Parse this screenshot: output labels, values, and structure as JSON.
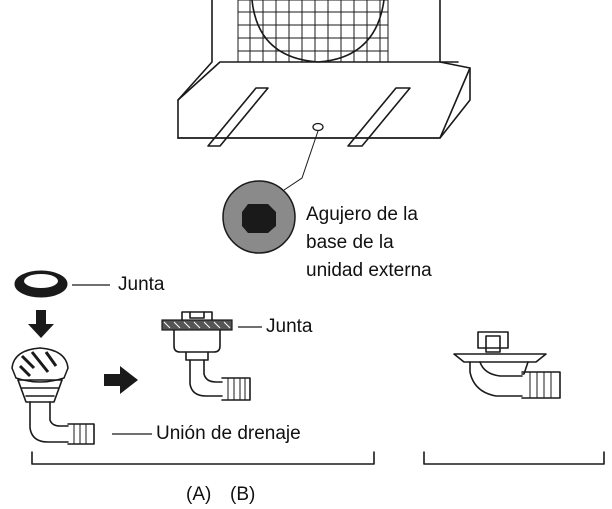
{
  "labels": {
    "hole_line1": "Agujero de la",
    "hole_line2": "base de la",
    "hole_line3": "unidad externa",
    "gasket_a": "Junta",
    "gasket_b": "Junta",
    "drain_joint": "Unión de drenaje",
    "option_a": "(A)",
    "option_b": "(B)"
  },
  "colors": {
    "ink": "#1a1a1a",
    "dark_fill": "#333333",
    "hole_gray": "#8a8a8a"
  }
}
